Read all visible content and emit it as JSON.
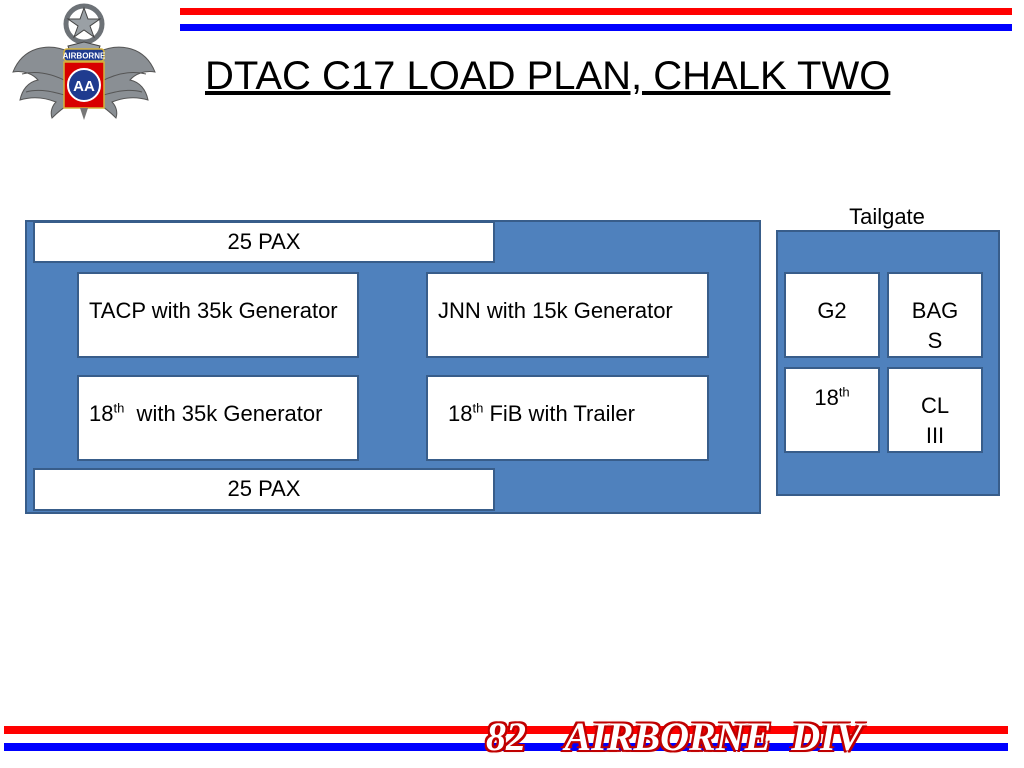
{
  "title": "DTAC C17 LOAD PLAN, CHALK TWO",
  "logo": {
    "label": "AIRBORNE",
    "monogram": "AA"
  },
  "main_bay": {
    "pax_top": "25 PAX",
    "pax_bottom": "25 PAX",
    "cargo": {
      "tacp": "TACP with 35k Generator",
      "jnn": "JNN with 15k Generator",
      "eighteenth_gen": {
        "num": "18",
        "sup": "th",
        "rest": "  with 35k Generator"
      },
      "eighteenth_fib": {
        "num": "18",
        "sup": "th",
        "rest": " FiB with Trailer"
      }
    }
  },
  "tailgate": {
    "label": "Tailgate",
    "g2": "G2",
    "bags": {
      "line1": "BAG",
      "line2": "S"
    },
    "eighteenth": {
      "num": "18",
      "sup": "th"
    },
    "cl3": {
      "line1": "CL",
      "line2": "III"
    }
  },
  "footer": {
    "text": "82    AIRBORNE  DIV"
  },
  "colors": {
    "panel": "#4f81bd",
    "border": "#385d8a",
    "stripe_red": "#ff0000",
    "stripe_blue": "#0000ff"
  }
}
